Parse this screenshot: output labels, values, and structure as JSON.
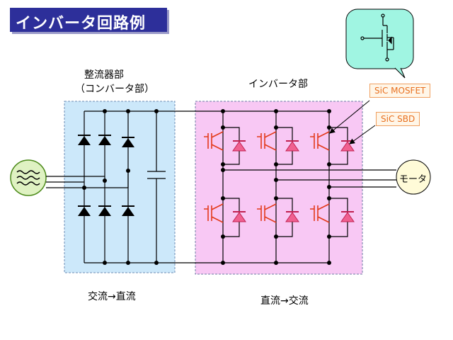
{
  "title": "インバータ回路例",
  "converter_section": {
    "label_line1": "整流器部",
    "label_line2": "（コンバータ部）",
    "flow_label": "交流→直流"
  },
  "inverter_section": {
    "label": "インバータ部",
    "flow_label": "直流→交流"
  },
  "motor": {
    "label": "モータ"
  },
  "callouts": {
    "mosfet": "SiC MOSFET",
    "sbd": "SiC SBD"
  },
  "colors": {
    "title_bg": "#2d2f9a",
    "converter_bg": "#cce8fa",
    "inverter_bg": "#f8c8f4",
    "callout_text": "#e87020",
    "switch_color": "#e33a1a",
    "ac_source_fill": "#dff2c2",
    "motor_fill": "#fffbd8",
    "mosfet_bubble_fill": "#a0f5e2"
  },
  "icons": {
    "ac_source": "ac-source-sine-icon",
    "motor": "motor-circle-icon",
    "mosfet": "mosfet-symbol-icon",
    "diode": "diode-icon",
    "igbt": "igbt-icon",
    "capacitor": "capacitor-icon"
  }
}
